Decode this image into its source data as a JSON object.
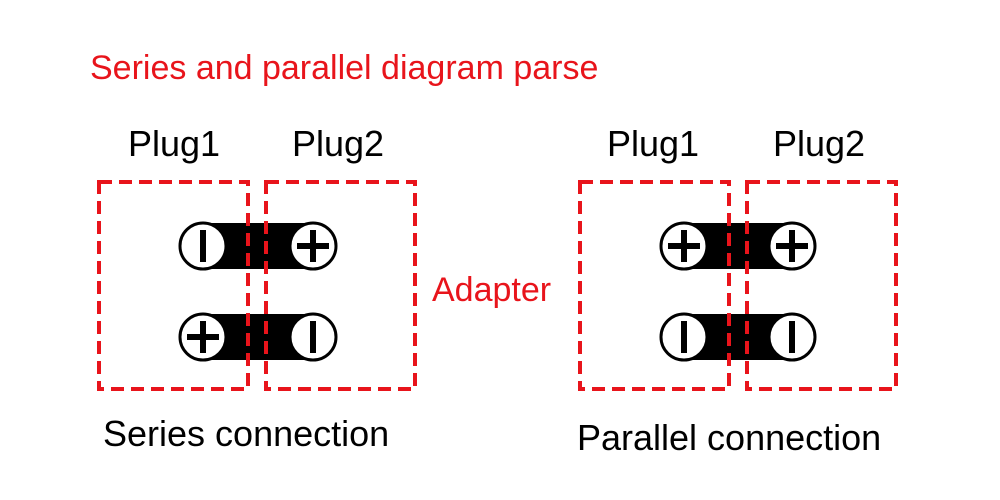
{
  "title": "Series and parallel diagram parse",
  "accent_color": "#e8141b",
  "adapter_label": "Adapter",
  "series": {
    "plug1_label": "Plug1",
    "plug2_label": "Plug2",
    "caption": "Series connection",
    "top_row": [
      "minus-icon",
      "plus-icon"
    ],
    "bottom_row": [
      "plus-icon",
      "minus-icon"
    ]
  },
  "parallel": {
    "plug1_label": "Plug1",
    "plug2_label": "Plug2",
    "caption": "Parallel connection",
    "top_row": [
      "plus-icon",
      "plus-icon"
    ],
    "bottom_row": [
      "minus-icon",
      "minus-icon"
    ]
  }
}
